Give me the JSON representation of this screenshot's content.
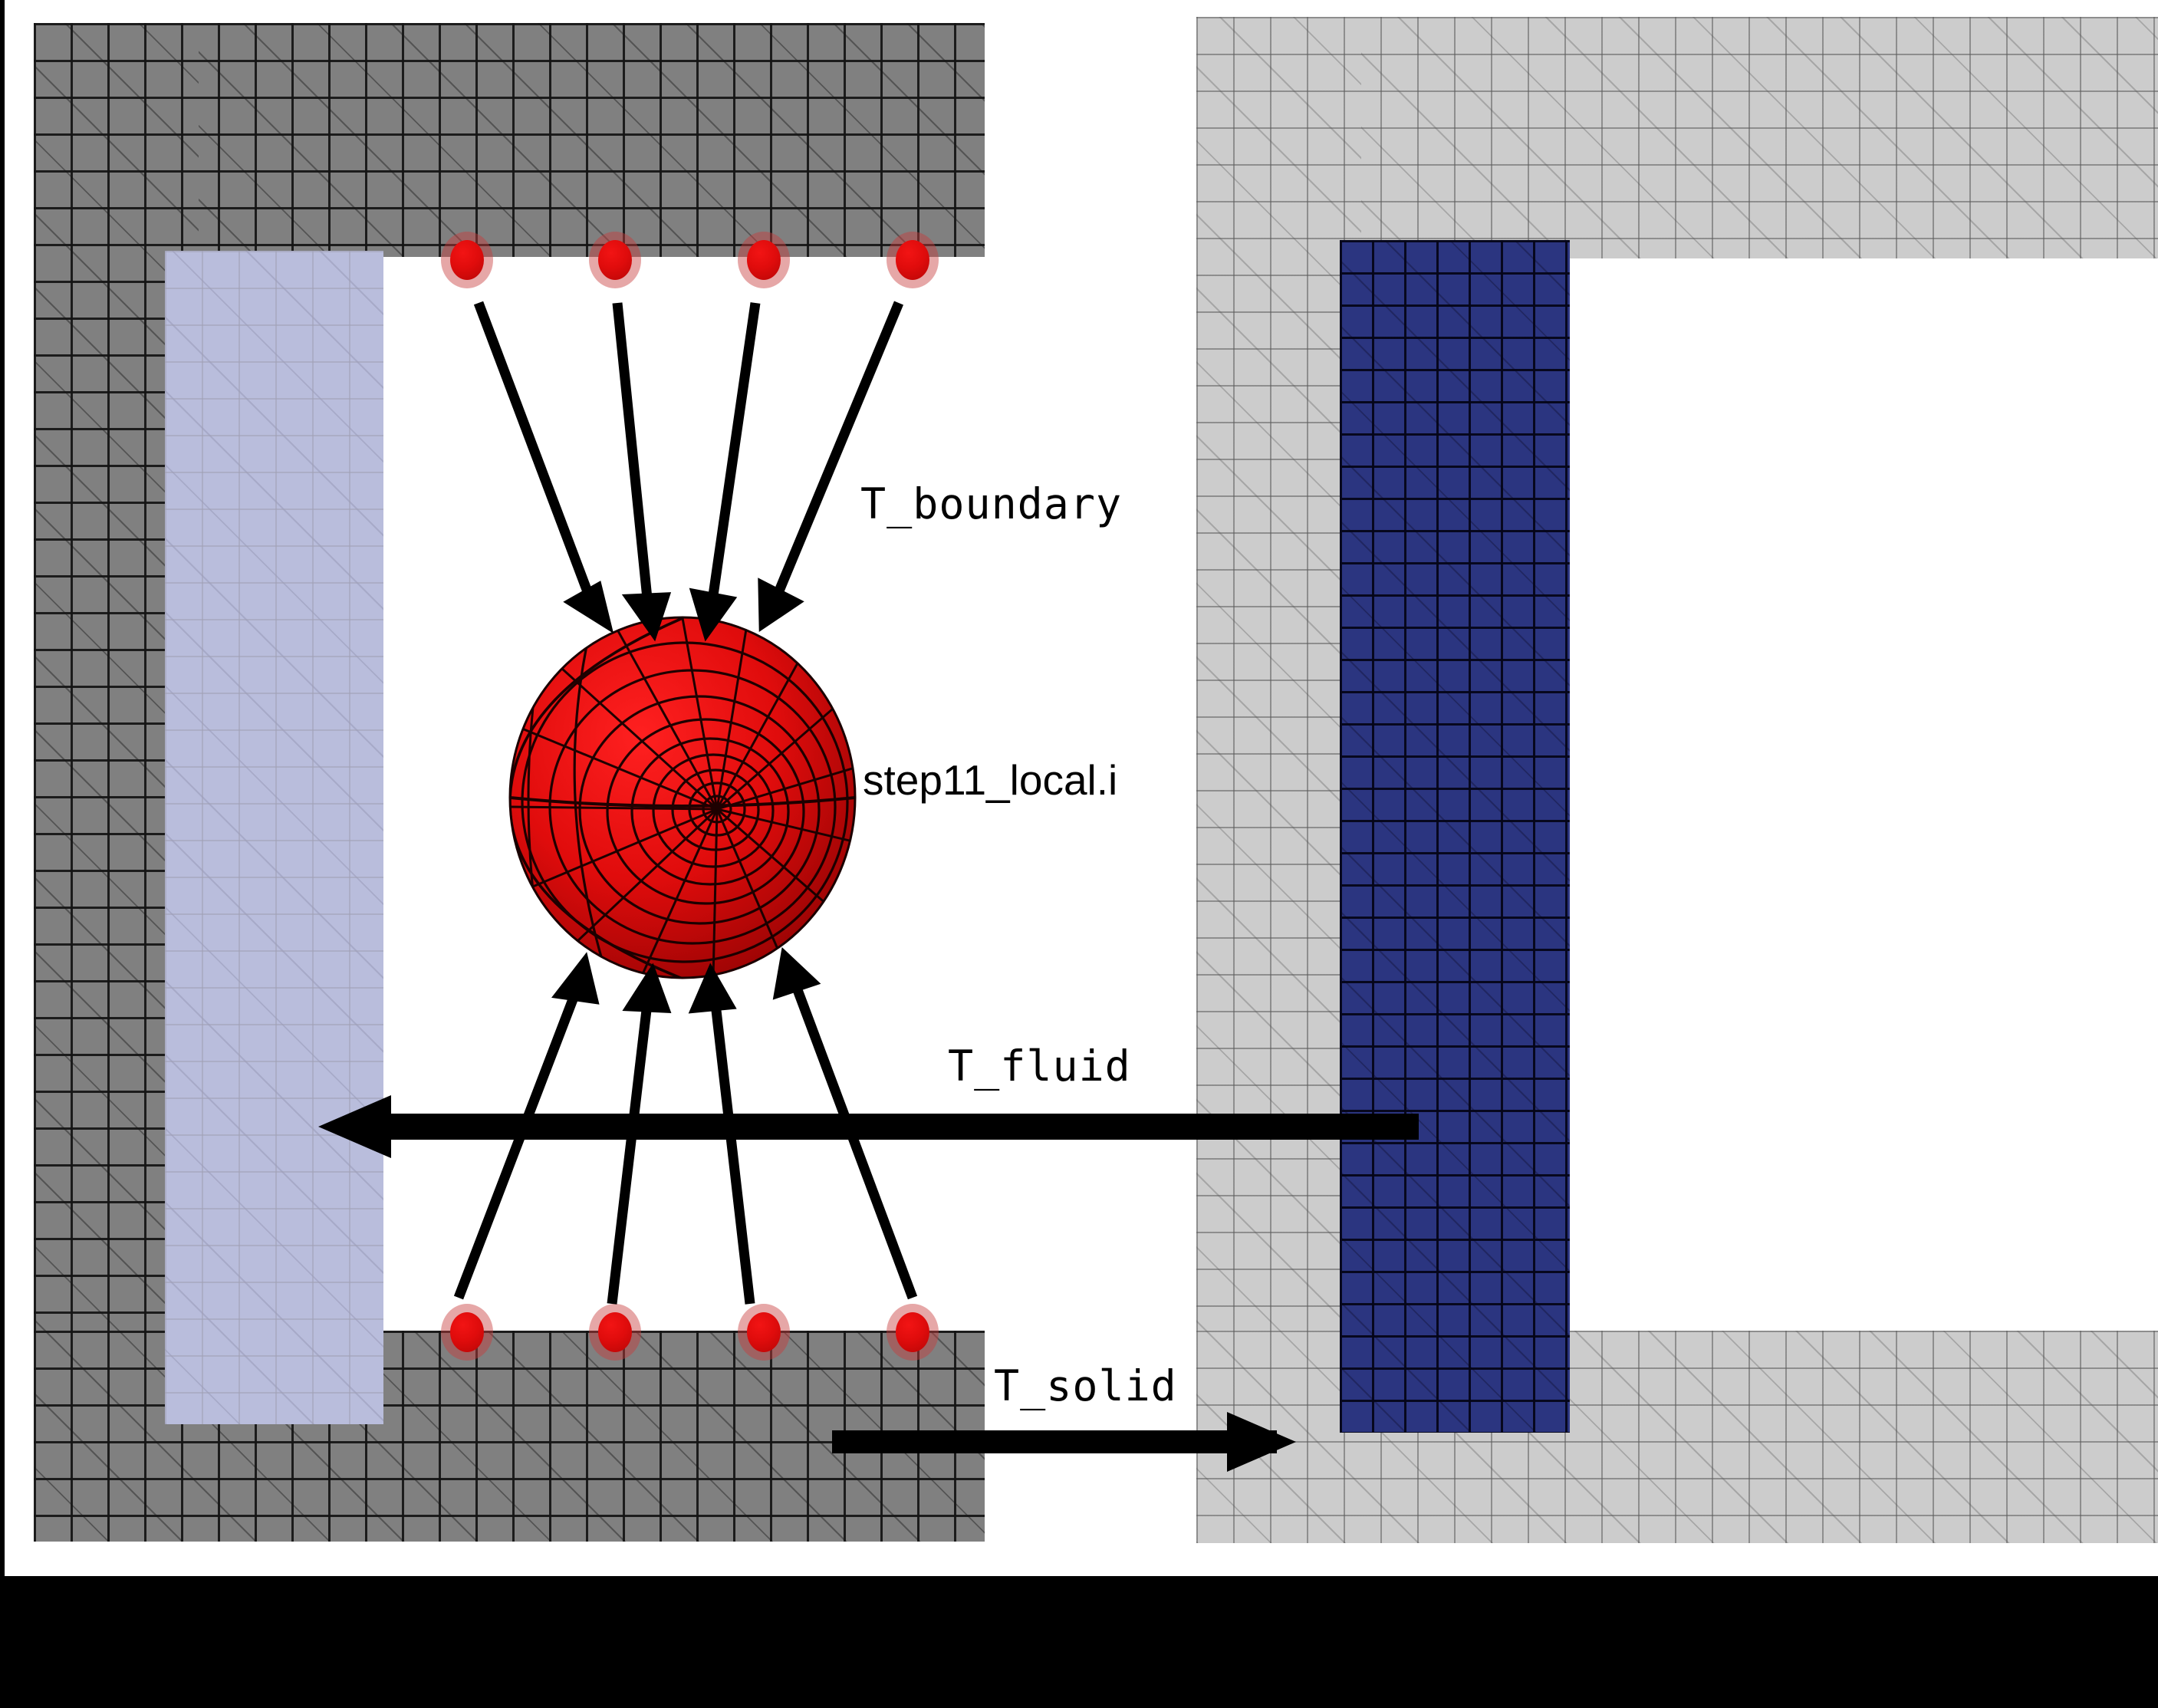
{
  "figure": {
    "background_color": "#ffffff",
    "frame_color": "#000000"
  },
  "labels": {
    "boundary": "T_boundary",
    "sphere": "step11_local.i",
    "fluid": "T_fluid",
    "solid": "T_solid"
  },
  "left_panel": {
    "name": "fluid-mesh-panel",
    "mesh_color": "#808080",
    "overlay_bar_color": "#b9bddc",
    "node_count_top": 4,
    "node_count_bottom": 4,
    "node_color": "#e00c0c",
    "arrows_in": 4,
    "arrows_out": 4
  },
  "right_panel": {
    "name": "solid-mesh-panel",
    "mesh_color": "#cccccc",
    "block_color": "#2b3580"
  },
  "sphere": {
    "name": "step11-local-sphere",
    "color": "#d90b0b",
    "edge_color": "#000000"
  },
  "arrows": {
    "fluid_direction": "left",
    "solid_direction": "right",
    "color": "#000000"
  }
}
